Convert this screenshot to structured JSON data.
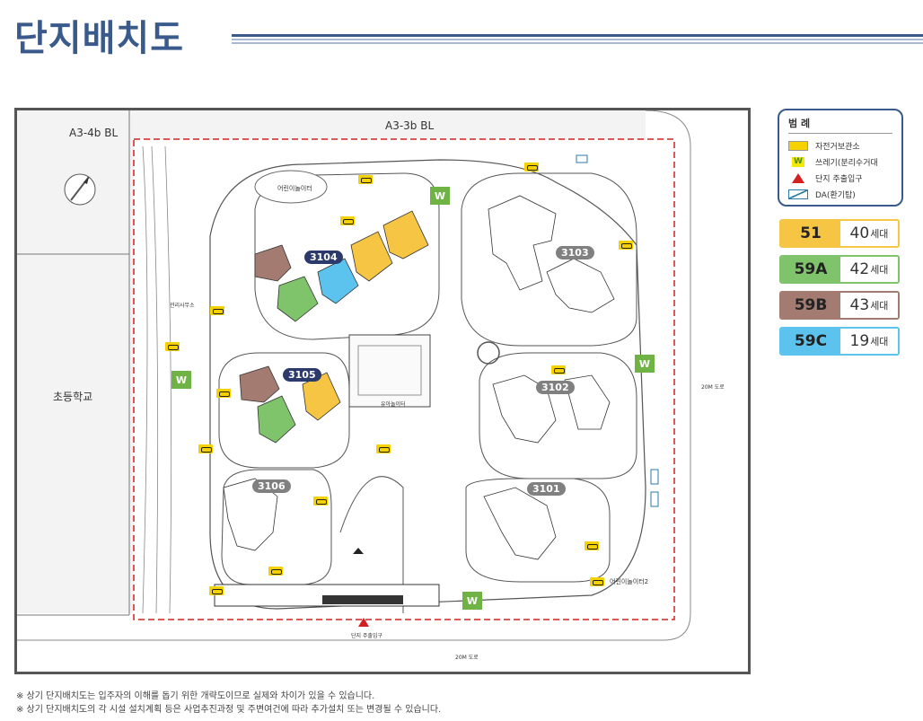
{
  "page": {
    "title": "단지배치도"
  },
  "map": {
    "block_labels": {
      "left": "A3-4b BL",
      "top": "A3-3b BL"
    },
    "school": "초등학교",
    "roads": {
      "east": "20M 도로",
      "south": "20M 도로"
    },
    "buildings": [
      {
        "id": "3104",
        "style": "navy"
      },
      {
        "id": "3105",
        "style": "navy"
      },
      {
        "id": "3103",
        "style": "grey"
      },
      {
        "id": "3102",
        "style": "grey"
      },
      {
        "id": "3106",
        "style": "grey"
      },
      {
        "id": "3101",
        "style": "grey"
      }
    ],
    "facilities": {
      "playground_1": "어린이놀이터",
      "playground_2": "어린이놀이터2",
      "kindergarten": "유아놀이터",
      "mgmt_office": "관리사무소",
      "entrance": "단지 주출입구",
      "w_marker": "W"
    }
  },
  "legend": {
    "title": "범 례",
    "items": [
      {
        "symbol": "bike",
        "label": "자전거보관소"
      },
      {
        "symbol": "w",
        "glyph": "W",
        "label": "쓰레기(분리수거대"
      },
      {
        "symbol": "triangle",
        "label": "단지 주출입구"
      },
      {
        "symbol": "da",
        "label": "DA(환기탑)"
      }
    ]
  },
  "types": [
    {
      "code": "51",
      "count": "40",
      "unit": "세대",
      "color": "#f6c544"
    },
    {
      "code": "59A",
      "count": "42",
      "unit": "세대",
      "color": "#7fc36a"
    },
    {
      "code": "59B",
      "count": "43",
      "unit": "세대",
      "color": "#a47b70"
    },
    {
      "code": "59C",
      "count": "19",
      "unit": "세대",
      "color": "#5bc3ee"
    }
  ],
  "footnotes": [
    "※ 상기 단지배치도는 입주자의 이해를 돕기 위한 개략도이므로 실제와 차이가 있을 수 있습니다.",
    "※ 상기 단지배치도의 각 시설 설치계획 등은 사업추진과정 및 주변여건에 따라 추가설치 또는 변경될 수 있습니다."
  ]
}
